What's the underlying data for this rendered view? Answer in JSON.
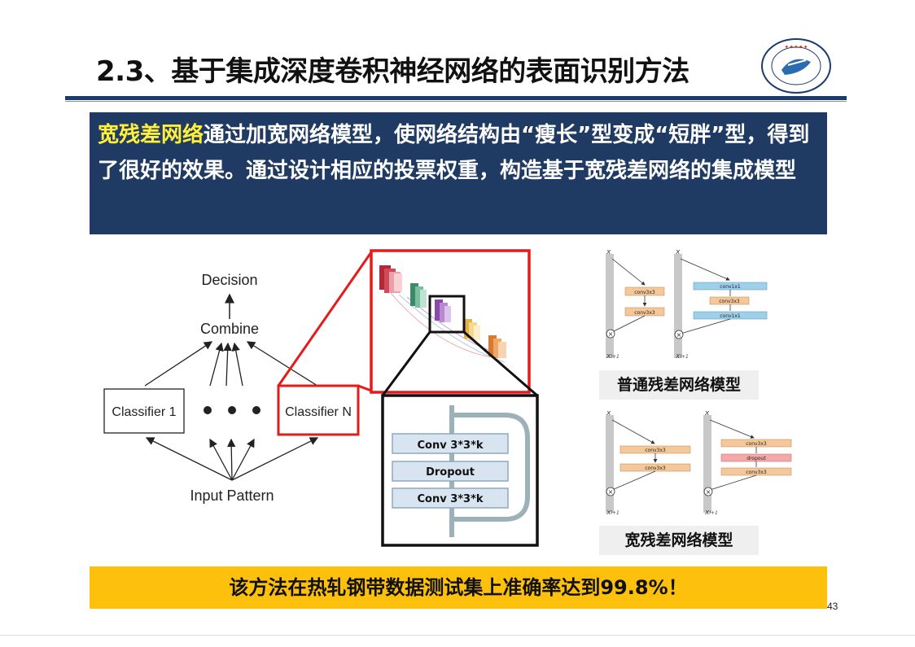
{
  "title": "2.3、基于集成深度卷积神经网络的表面识别方法",
  "intro": {
    "highlight": "宽残差网络",
    "rest": "通过加宽网络模型，使网络结构由“瘦长”型变成“短胖”型，得到了很好的效果。通过设计相应的投票权重，构造基于宽残差网络的集成模型"
  },
  "ensemble": {
    "decision": "Decision",
    "combine": "Combine",
    "classifier1": "Classifier 1",
    "dots": "• • •",
    "classifierN": "Classifier N",
    "input": "Input Pattern"
  },
  "block": {
    "conv1": "Conv  3*3*k",
    "dropout": "Dropout",
    "conv2": "Conv 3*3*k"
  },
  "residual": {
    "normal_caption": "普通残差网络模型",
    "wide_caption": "宽残差网络模型",
    "xl": "x",
    "xl_sub": "l",
    "xl1_sub": "l+1",
    "conv3x3": "conv3x3",
    "conv1x1": "conv1x1",
    "dropout_small": "dropout"
  },
  "bottom": "该方法在热轧钢带数据测试集上准确率达到99.8%！",
  "page_number": "43",
  "colors": {
    "navy": "#1f3b63",
    "yellow": "#fcc00d",
    "highlight": "#ffef3a",
    "red": "#e31b1b"
  }
}
